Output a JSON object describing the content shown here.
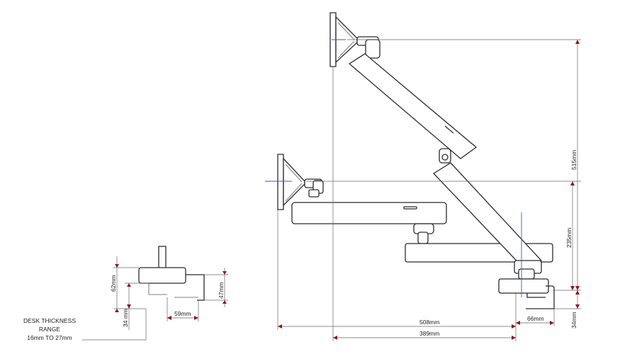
{
  "labels": {
    "dim_515": "515mm",
    "dim_235": "235mm",
    "dim_508": "508mm",
    "dim_389": "389mm",
    "dim_66": "66mm",
    "dim_34_right": "34mm",
    "dim_62": "62mm",
    "dim_34_left": "34 mm",
    "dim_47": "47mm",
    "dim_59": "59mm",
    "desk_line1": "DESK THICKNESS",
    "desk_line2": "RANGE",
    "desk_line3": "16mm TO 27mm"
  },
  "colors": {
    "line": "#2b2b2b",
    "dimension": "#666666",
    "centerline": "#3b55c7",
    "arrow": "#8b1a1a"
  }
}
